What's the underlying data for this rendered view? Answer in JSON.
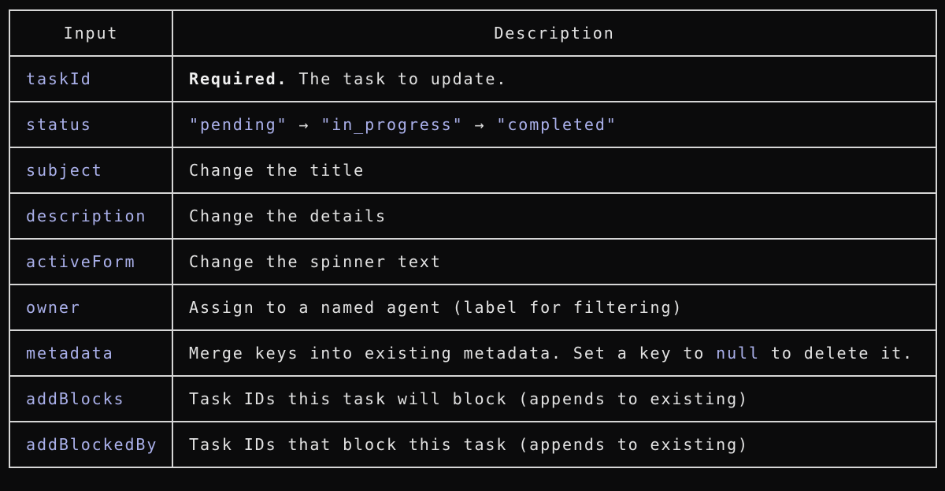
{
  "headers": {
    "input": "Input",
    "description": "Description"
  },
  "rows": [
    {
      "input": "taskId",
      "bold": "Required.",
      "text": " The task to update."
    },
    {
      "input": "status",
      "s1": "\"pending\"",
      "arrow": " → ",
      "s2": "\"in_progress\"",
      "s3": "\"completed\""
    },
    {
      "input": "subject",
      "text": "Change the title"
    },
    {
      "input": "description",
      "text": "Change the details"
    },
    {
      "input": "activeForm",
      "text": "Change the spinner text"
    },
    {
      "input": "owner",
      "text": "Assign to a named agent (label for filtering)"
    },
    {
      "input": "metadata",
      "text": "Merge keys into existing metadata. Set a key to ",
      "code": "null",
      "text2": " to delete it."
    },
    {
      "input": "addBlocks",
      "text": "Task IDs this task will block (appends to existing)"
    },
    {
      "input": "addBlockedBy",
      "text": "Task IDs that block this task (appends to existing)"
    }
  ]
}
